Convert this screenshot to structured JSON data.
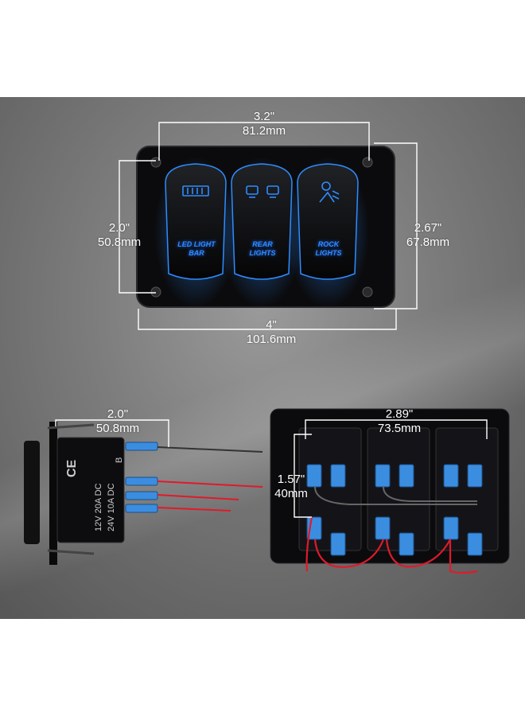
{
  "front": {
    "top_width_in": "3.2\"",
    "top_width_mm": "81.2mm",
    "left_height_in": "2.0\"",
    "left_height_mm": "50.8mm",
    "right_height_in": "2.67\"",
    "right_height_mm": "67.8mm",
    "bottom_width_in": "4\"",
    "bottom_width_mm": "101.6mm",
    "switches": [
      {
        "label_line1": "LED LIGHT",
        "label_line2": "BAR",
        "icon": "light-bar-icon"
      },
      {
        "label_line1": "REAR",
        "label_line2": "LIGHTS",
        "icon": "rear-lights-icon"
      },
      {
        "label_line1": "ROCK",
        "label_line2": "LIGHTS",
        "icon": "rock-lights-icon"
      }
    ]
  },
  "side": {
    "depth_in": "2.0\"",
    "depth_mm": "50.8mm",
    "marking": "CE",
    "rating_line1": "12V 20A DC",
    "rating_line2": "24V 10A DC",
    "rating_mark": "B"
  },
  "back": {
    "width_in": "2.89\"",
    "width_mm": "73.5mm",
    "height_in": "1.57\"",
    "height_mm": "40mm"
  },
  "colors": {
    "glow": "#2f8cff",
    "dim_line": "#ffffff",
    "panel": "#0b0b0d",
    "wire_red": "#e01a2a",
    "terminal_blue": "#3b8de0"
  }
}
